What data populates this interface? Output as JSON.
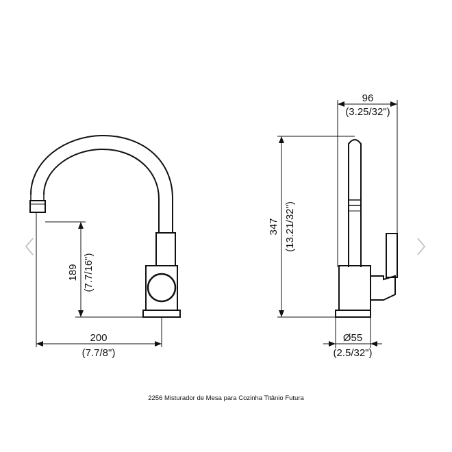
{
  "caption": "2256 Misturador de Mesa para Cozinha Titânio Futura",
  "dimensions": {
    "base_height_mm": "189",
    "base_height_in": "(7.7/16\")",
    "spout_reach_mm": "200",
    "spout_reach_in": "(7.7/8\")",
    "body_width_mm": "96",
    "body_width_in": "(3.25/32\")",
    "total_height_mm": "347",
    "total_height_in": "(13.21/32\")",
    "base_diameter_mm": "Ø55",
    "base_diameter_in": "(2.5/32\")"
  },
  "navigation": {
    "prev_icon": "chevron-left-icon",
    "next_icon": "chevron-right-icon"
  },
  "colors": {
    "line": "#111111",
    "nav": "#bbbbbb"
  }
}
